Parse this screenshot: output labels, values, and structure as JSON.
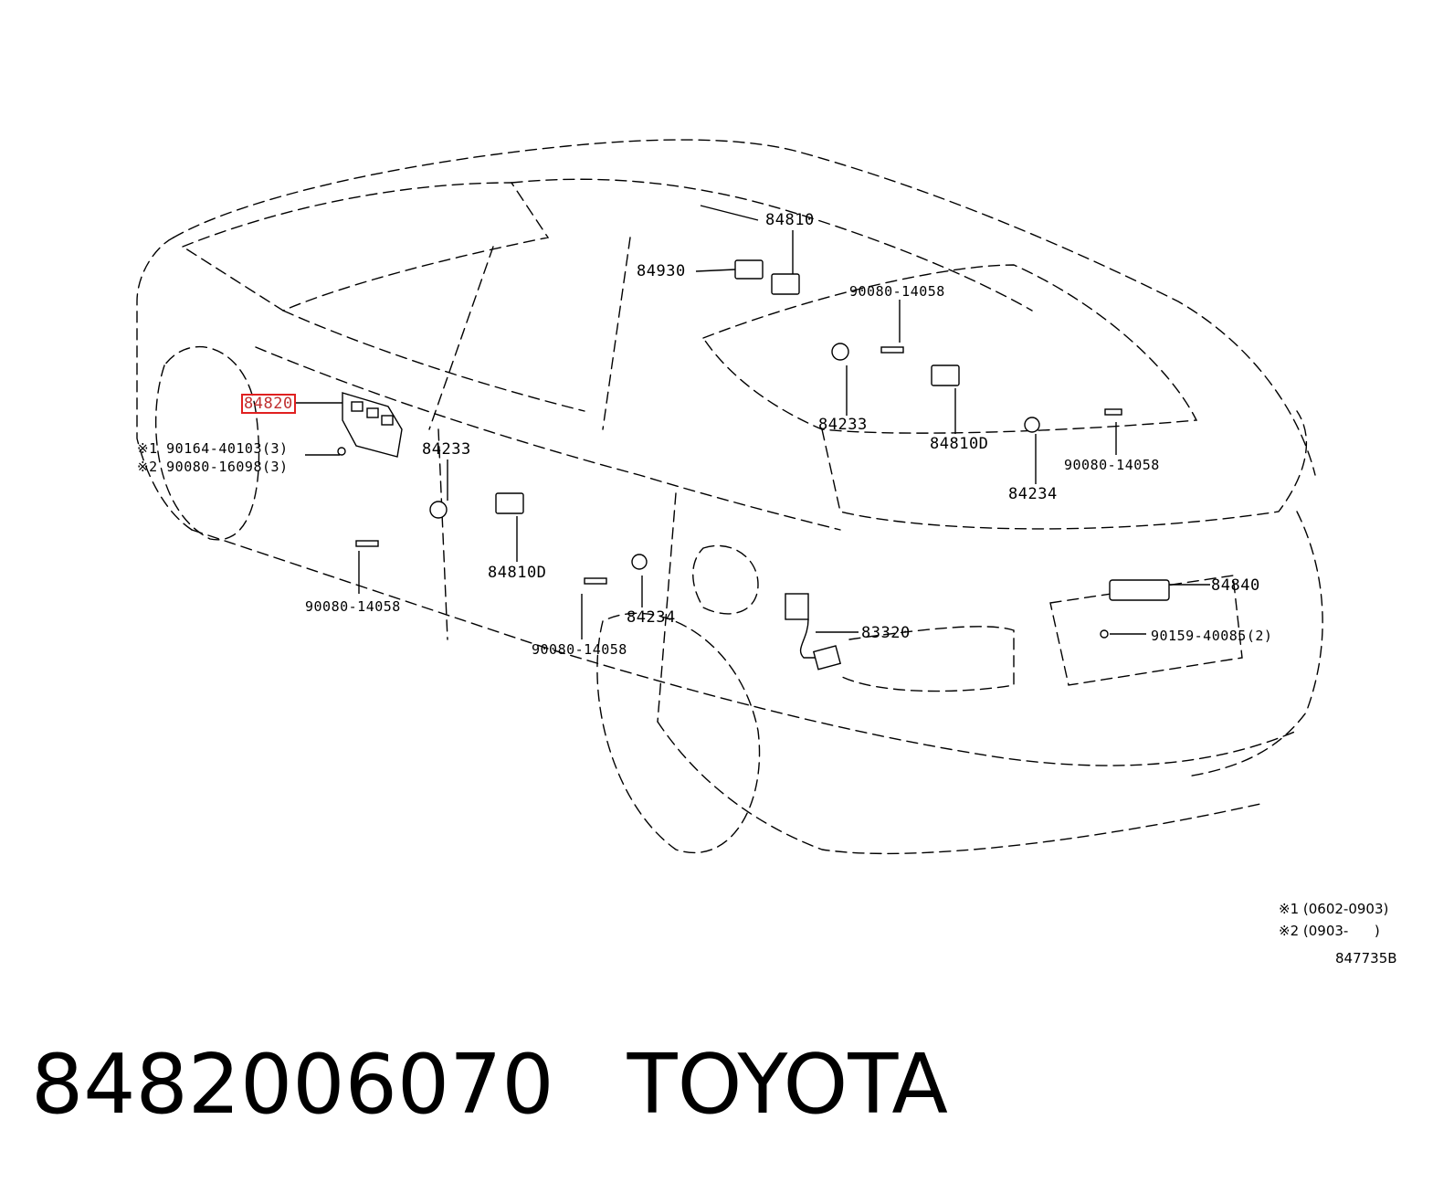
{
  "callouts": [
    {
      "id": "c84820",
      "text": "84820",
      "highlighted": true
    },
    {
      "id": "c84810",
      "text": "84810"
    },
    {
      "id": "c84930",
      "text": "84930"
    },
    {
      "id": "c90080a",
      "text": "90080-14058"
    },
    {
      "id": "c84233a",
      "text": "84233"
    },
    {
      "id": "c84810Da",
      "text": "84810D"
    },
    {
      "id": "c90164",
      "text": "※1 90164-40103(3)"
    },
    {
      "id": "c90080b",
      "text": "※2 90080-16098(3)"
    },
    {
      "id": "c84233b",
      "text": "84233"
    },
    {
      "id": "c90080c",
      "text": "90080-14058"
    },
    {
      "id": "c84234a",
      "text": "84234"
    },
    {
      "id": "c84810Db",
      "text": "84810D"
    },
    {
      "id": "c90080d",
      "text": "90080-14058"
    },
    {
      "id": "c84840",
      "text": "84840"
    },
    {
      "id": "c84234b",
      "text": "84234"
    },
    {
      "id": "c90159",
      "text": "90159-40085(2)"
    },
    {
      "id": "c83320",
      "text": "83320"
    },
    {
      "id": "c90080e",
      "text": "90080-14058"
    }
  ],
  "notes": {
    "note1": "※1 (0602-0903)",
    "note2": "※2 (0903-      )",
    "diagram_code": "847735B"
  },
  "footer": {
    "part_number": "8482006070",
    "brand": "TOYOTA"
  },
  "colors": {
    "line": "#000000",
    "highlight": "#e02020"
  }
}
